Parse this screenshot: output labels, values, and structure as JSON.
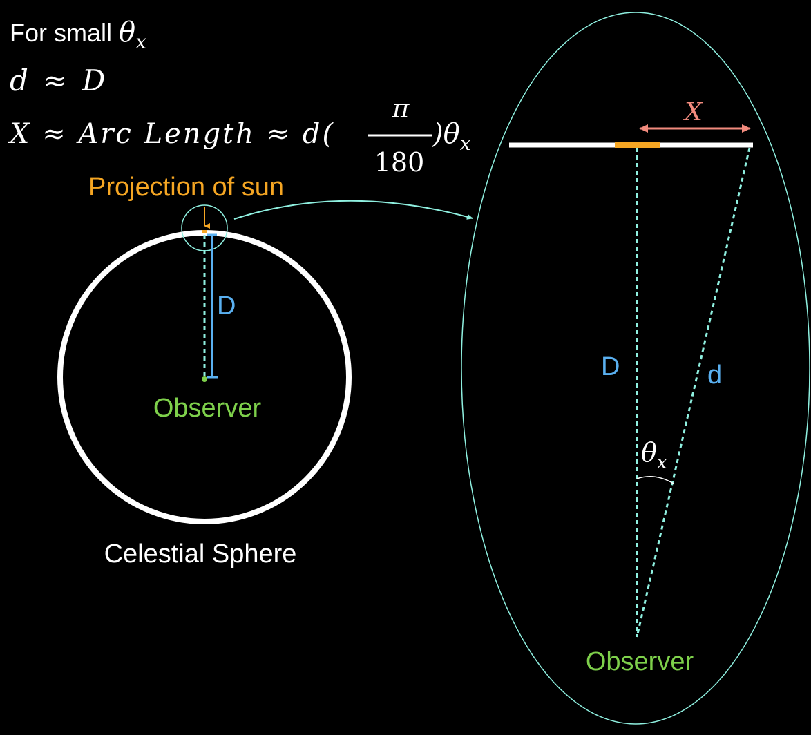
{
  "colors": {
    "background": "#000000",
    "white": "#ffffff",
    "orange": "#f5a623",
    "blue": "#5ab0f0",
    "green": "#7ed04b",
    "cyan": "#8ff0e0",
    "salmon": "#f28b7e"
  },
  "formulas": {
    "line1_text": "For small ",
    "line1_theta": "θ",
    "line1_sub": "x",
    "line2": "d ≈ D",
    "line3_left": "X ≈ Arc Length ≈ d(",
    "line3_num": "π",
    "line3_den": "180",
    "line3_right": ")θ",
    "line3_sub": "x"
  },
  "left_diagram": {
    "projection_label": "Projection of sun",
    "distance_label": "D",
    "observer_label": "Observer",
    "sphere_label": "Celestial Sphere"
  },
  "right_diagram": {
    "x_label": "X",
    "D_label": "D",
    "d_label": "d",
    "theta": "θ",
    "theta_sub": "x",
    "observer_label": "Observer"
  }
}
